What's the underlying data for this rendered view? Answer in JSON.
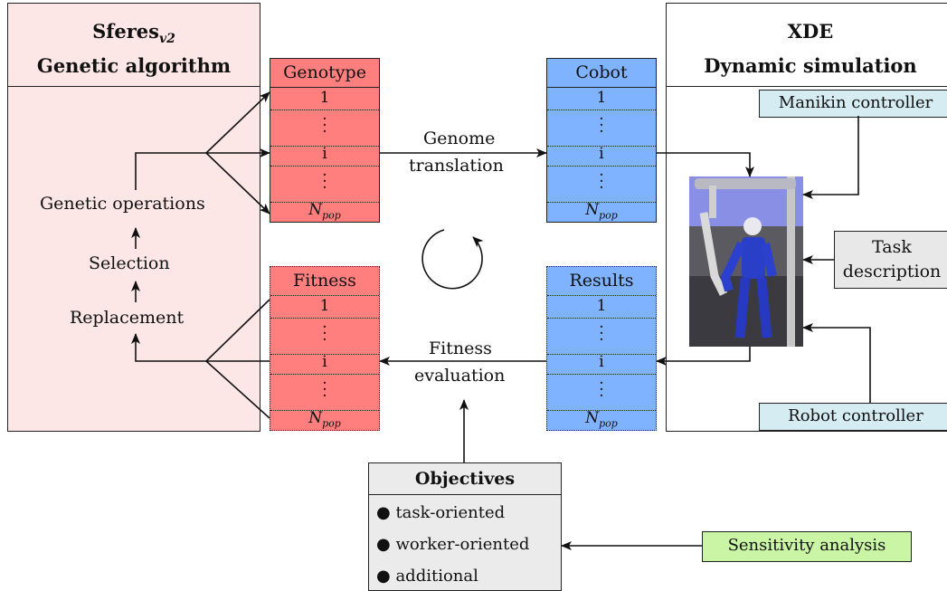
{
  "sferes": {
    "title_main": "Sferes",
    "title_sub": "v2",
    "title_line2": "Genetic algorithm",
    "steps": [
      "Genetic operations",
      "Selection",
      "Replacement"
    ]
  },
  "xde": {
    "title_line1": "XDE",
    "title_line2": "Dynamic simulation",
    "manikin_controller": "Manikin controller",
    "task_description_1": "Task",
    "task_description_2": "description",
    "robot_controller": "Robot controller"
  },
  "columns": {
    "genotype": "Genotype",
    "cobot": "Cobot",
    "fitness": "Fitness",
    "results": "Results",
    "rows": [
      "1",
      "i"
    ],
    "last_row": "N",
    "last_row_sub": "pop"
  },
  "arrows": {
    "genome_translation_1": "Genome",
    "genome_translation_2": "translation",
    "fitness_evaluation_1": "Fitness",
    "fitness_evaluation_2": "evaluation"
  },
  "objectives": {
    "title": "Objectives",
    "items": [
      "task-oriented",
      "worker-oriented",
      "additional"
    ]
  },
  "sensitivity": {
    "label": "Sensitivity analysis"
  },
  "colors": {
    "sferes_bg": "#fce6e6",
    "red_fill": "#ff7f7f",
    "blue_fill": "#7fb2ff",
    "xde_box_fill": "#d6ecf3",
    "task_box_fill": "#e8e8e8",
    "objectives_fill": "#ebebeb",
    "sensitivity_fill": "#c9f5a5"
  }
}
